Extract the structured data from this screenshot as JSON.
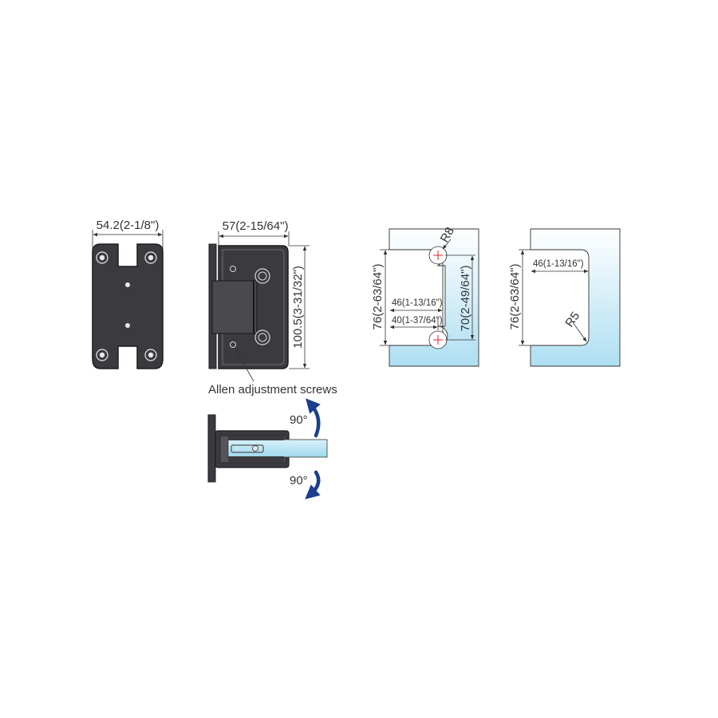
{
  "front_view": {
    "width_label": "54.2(2-1/8\")"
  },
  "side_view": {
    "width_label": "57(2-15/64\")",
    "height_label": "100.5(3-31/32\")",
    "callout_label": "Allen adjustment screws"
  },
  "rotation_view": {
    "top_angle_label": "90°",
    "bottom_angle_label": "90°",
    "arrow_color": "#1c3f8c"
  },
  "glass_cutout_a": {
    "height_label": "76(2-63/64\")",
    "radius_label": "R8",
    "hole_spacing_label": "70(2-49/64\")",
    "depth_label": "46(1-13/16\")",
    "inner_depth_label": "40(1-37/64\")"
  },
  "glass_cutout_b": {
    "height_label": "76(2-63/64\")",
    "depth_label": "46(1-13/16\")",
    "radius_label": "R5"
  },
  "colors": {
    "hardware": "#3b3a3f",
    "glass_top": "#ffffff",
    "glass_bottom": "#aedff2",
    "hole_marker": "#e0262b"
  }
}
